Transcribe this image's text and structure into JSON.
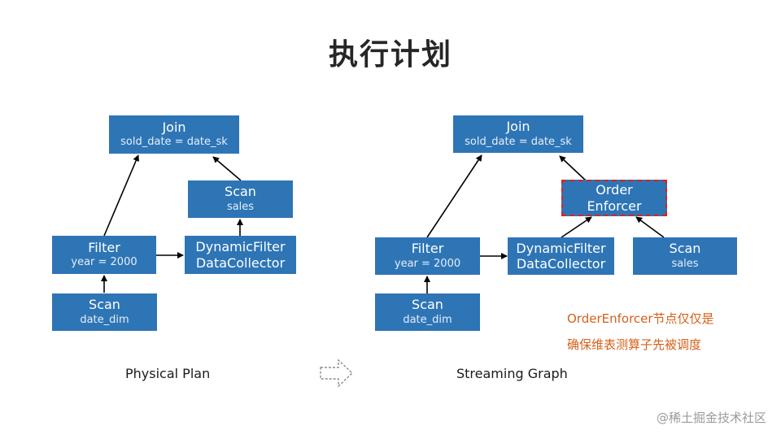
{
  "title": "执行计划",
  "physical": {
    "join": {
      "label": "Join",
      "sub": "sold_date = date_sk"
    },
    "scan_sales": {
      "label": "Scan",
      "sub": "sales"
    },
    "filter": {
      "label": "Filter",
      "sub": "year = 2000"
    },
    "dfc_line1": "DynamicFilter",
    "dfc_line2": "DataCollector",
    "scan_date": {
      "label": "Scan",
      "sub": "date_dim"
    },
    "caption": "Physical Plan"
  },
  "streaming": {
    "join": {
      "label": "Join",
      "sub": "sold_date = date_sk"
    },
    "order_line1": "Order",
    "order_line2": "Enforcer",
    "filter": {
      "label": "Filter",
      "sub": "year = 2000"
    },
    "dfc_line1": "DynamicFilter",
    "dfc_line2": "DataCollector",
    "scan_sales": {
      "label": "Scan",
      "sub": "sales"
    },
    "scan_date": {
      "label": "Scan",
      "sub": "date_dim"
    },
    "caption": "Streaming Graph"
  },
  "note": {
    "line1": "OrderEnforcer节点仅仅是",
    "line2": "确保维表测算子先被调度"
  },
  "watermark": "@稀土掘金技术社区",
  "colors": {
    "node": "#2e75b6",
    "note": "#d4601a",
    "dashed_border": "#e02020"
  }
}
